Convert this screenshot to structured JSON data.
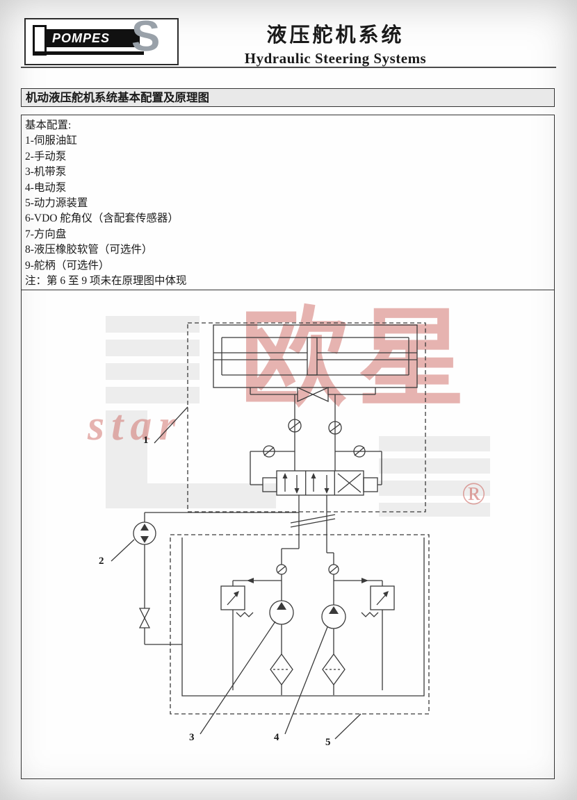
{
  "header": {
    "logo_text": "POMPES",
    "logo_s": "S",
    "title_cn": "液压舵机系统",
    "title_en": "Hydraulic Steering Systems"
  },
  "section": {
    "title": "机动液压舵机系统基本配置及原理图"
  },
  "config": {
    "heading": "基本配置:",
    "items": [
      "1-伺服油缸",
      "2-手动泵",
      "3-机带泵",
      "4-电动泵",
      "5-动力源装置",
      "6-VDO 舵角仪（含配套传感器）",
      "7-方向盘",
      "8-液压橡胶软管（可选件）",
      "9-舵柄（可选件）"
    ],
    "note": "注：第 6 至 9 项未在原理图中体现"
  },
  "diagram": {
    "labels": [
      "1",
      "2",
      "3",
      "4",
      "5"
    ]
  },
  "watermark": {
    "cn": "欧星",
    "en": "star",
    "reg": "®"
  },
  "colors": {
    "accent_red": "#cf6a64",
    "schematic_line": "#3a3a3a",
    "section_bg": "#e9e9e9",
    "logo_gray": "#99a1a9"
  }
}
